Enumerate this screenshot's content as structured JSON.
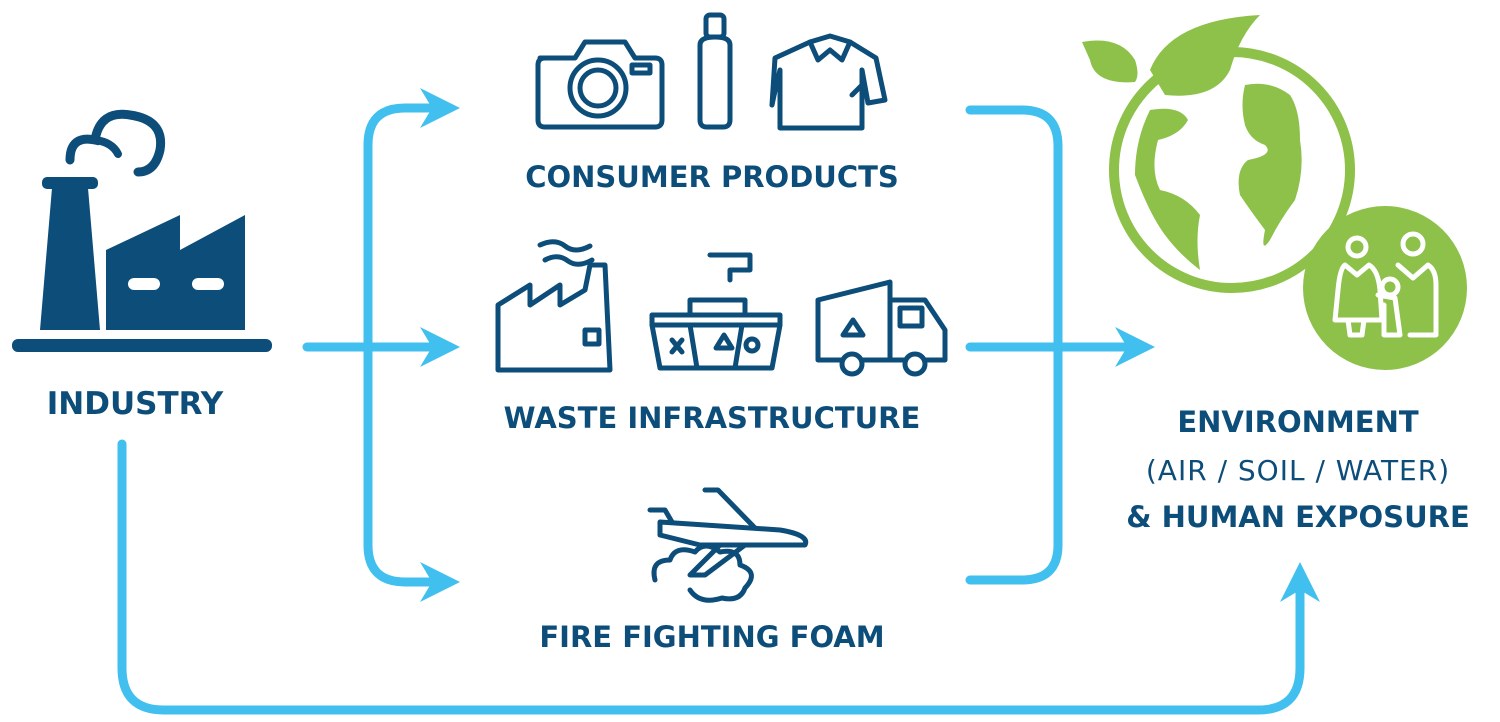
{
  "colors": {
    "dark_blue": "#0c4d7a",
    "flow_blue": "#41bfee",
    "green": "#8dc14a"
  },
  "nodes": {
    "industry": {
      "label": "INDUSTRY",
      "icon": "factory-icon"
    },
    "consumer_products": {
      "label": "CONSUMER PRODUCTS",
      "icons": [
        "camera-icon",
        "bottle-icon",
        "shirt-icon"
      ]
    },
    "waste_infrastructure": {
      "label": "WASTE INFRASTRUCTURE",
      "icons": [
        "waste-plant-icon",
        "recycling-bins-icon",
        "garbage-truck-icon"
      ]
    },
    "fire_fighting_foam": {
      "label": "FIRE FIGHTING FOAM",
      "icon": "airplane-foam-icon"
    },
    "environment": {
      "title": "ENVIRONMENT",
      "subtitle": "(AIR / SOIL / WATER)",
      "line3": "& HUMAN EXPOSURE",
      "icons": [
        "globe-leaf-icon",
        "family-icon"
      ]
    }
  }
}
